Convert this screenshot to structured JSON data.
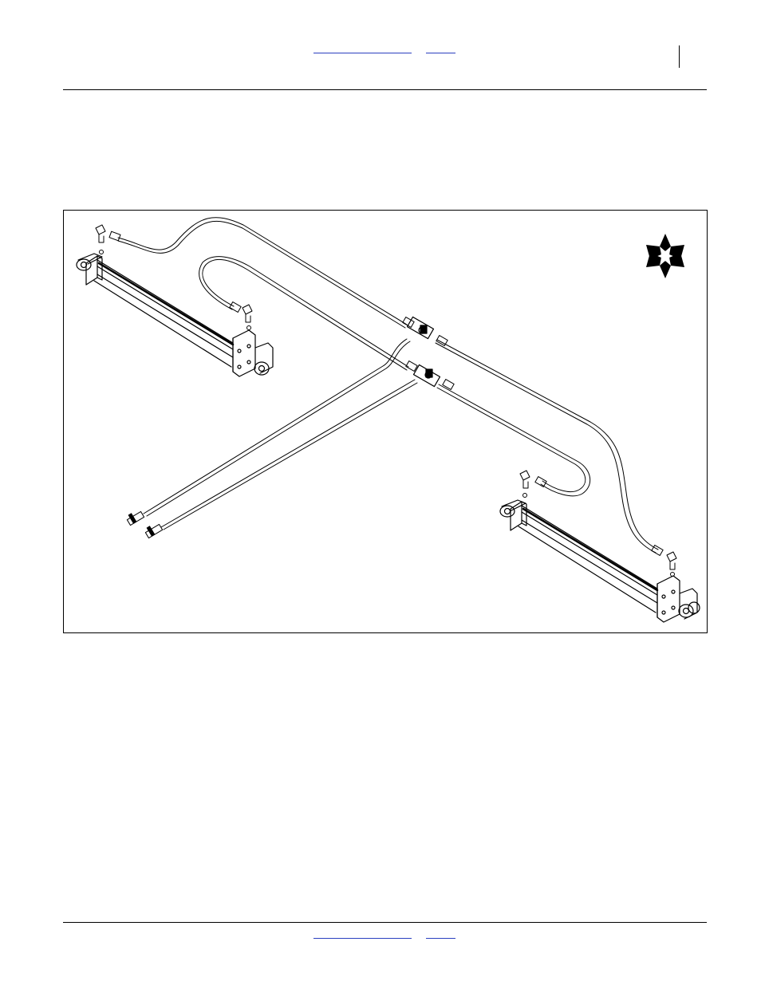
{
  "header": {
    "links": [
      "",
      ""
    ]
  },
  "footer": {
    "links": [
      "",
      ""
    ]
  },
  "figure": {
    "components": [
      "cylinder-left",
      "cylinder-right",
      "hydraulic-hoses",
      "tee-fittings",
      "elbow-fittings",
      "hose-tip-couplers",
      "orientation-compass"
    ],
    "icons": [
      "compass-star-icon"
    ],
    "colors": {
      "line": "#000000",
      "link": "#2a3fbf",
      "background": "#ffffff"
    }
  }
}
